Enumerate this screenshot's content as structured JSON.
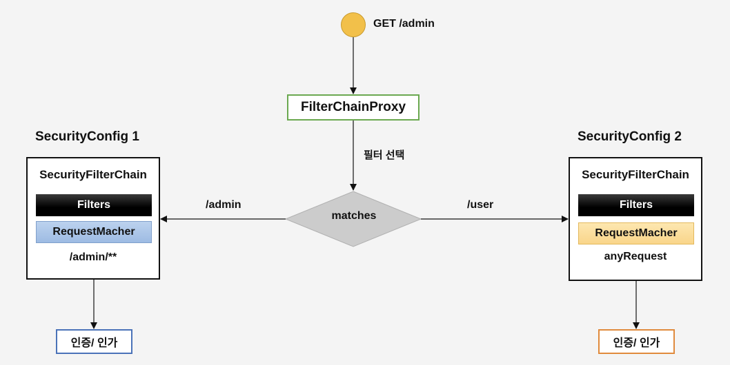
{
  "request": {
    "label": "GET /admin"
  },
  "proxy": {
    "label": "FilterChainProxy"
  },
  "selection": {
    "label": "필터 선택"
  },
  "decision": {
    "label": "matches"
  },
  "routes": {
    "left": "/admin",
    "right": "/user"
  },
  "configs": [
    {
      "title": "SecurityConfig 1",
      "chain_title": "SecurityFilterChain",
      "filters": "Filters",
      "matcher": "RequestMacher",
      "pattern": "/admin/**",
      "result": "인증/ 인가",
      "matcher_color": "#9dbbe3",
      "result_border_color": "#4a72b8"
    },
    {
      "title": "SecurityConfig 2",
      "chain_title": "SecurityFilterChain",
      "filters": "Filters",
      "matcher": "RequestMacher",
      "pattern": "anyRequest",
      "result": "인증/ 인가",
      "matcher_color": "#f9d58a",
      "result_border_color": "#e08a3c"
    }
  ],
  "colors": {
    "request_dot": "#f2c04a",
    "proxy_border": "#6aa84f",
    "diamond_fill": "#cccccc"
  }
}
